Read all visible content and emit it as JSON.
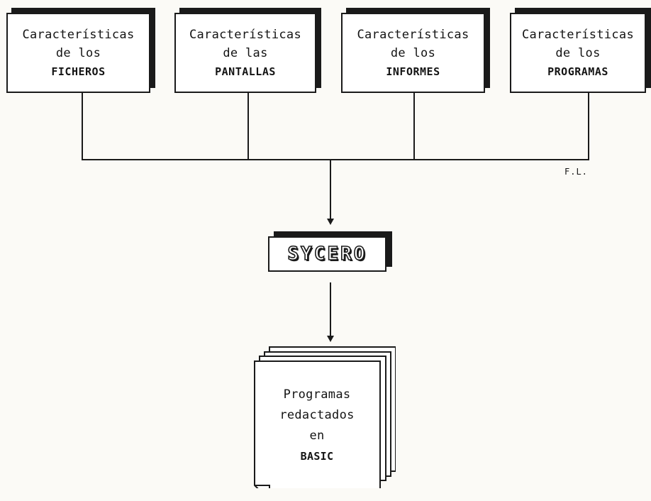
{
  "boxes": [
    {
      "line1": "Características",
      "line2": "de los",
      "line3": "FICHEROS"
    },
    {
      "line1": "Características",
      "line2": "de las",
      "line3": "PANTALLAS"
    },
    {
      "line1": "Características",
      "line2": "de los",
      "line3": "INFORMES"
    },
    {
      "line1": "Características",
      "line2": "de los",
      "line3": "PROGRAMAS"
    }
  ],
  "initials": "F.L.",
  "center": {
    "label": "SYCERO"
  },
  "output": {
    "line1": "Programas",
    "line2": "redactados",
    "line3": "en",
    "line4": "BASIC"
  },
  "colors": {
    "ink": "#1a1a1a",
    "paper": "#fbfaf6"
  }
}
